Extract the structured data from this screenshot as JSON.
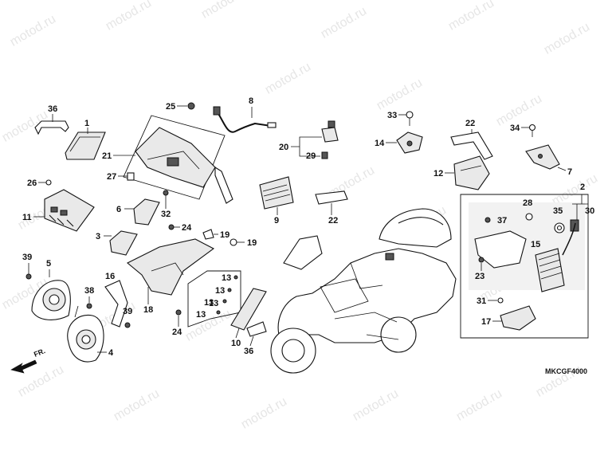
{
  "diagram_code": "MKCGF4000",
  "front_label": "FR.",
  "watermark_text": "motod.ru",
  "callouts": {
    "c36a": "36",
    "c1": "1",
    "c25": "25",
    "c8": "8",
    "c21": "21",
    "c27": "27",
    "c26": "26",
    "c11": "11",
    "c6": "6",
    "c32": "32",
    "c3": "3",
    "c24a": "24",
    "c19a": "19",
    "c19b": "19",
    "c9": "9",
    "c22a": "22",
    "c22b": "22",
    "c33": "33",
    "c20": "20",
    "c29": "29",
    "c14": "14",
    "c12": "12",
    "c34": "34",
    "c7": "7",
    "c2": "2",
    "c28": "28",
    "c35": "35",
    "c30": "30",
    "c37": "37",
    "c15": "15",
    "c23": "23",
    "c31": "31",
    "c17": "17",
    "c39a": "39",
    "c5": "5",
    "c16": "16",
    "c38": "38",
    "c39b": "39",
    "c4": "4",
    "c18": "18",
    "c24b": "24",
    "c13a": "13",
    "c13b": "13",
    "c13c": "13",
    "c13d": "13",
    "c13e": "13",
    "c10": "10",
    "c36b": "36"
  }
}
